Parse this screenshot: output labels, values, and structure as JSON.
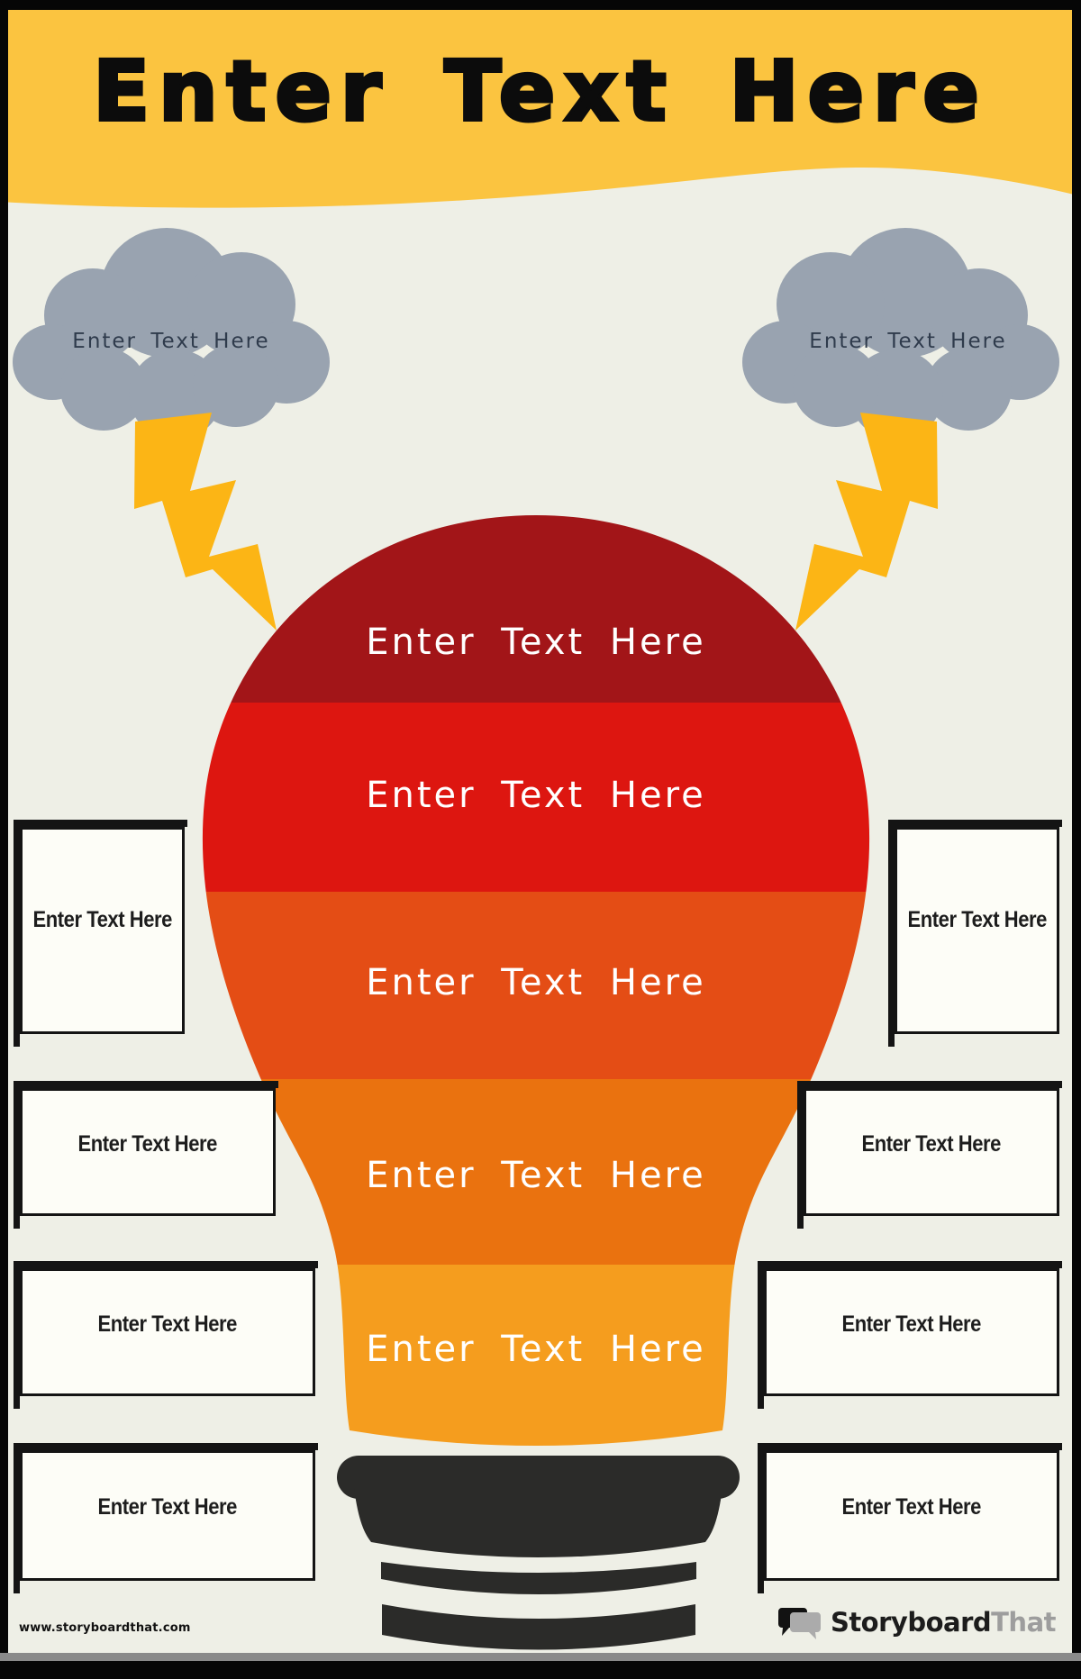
{
  "poster": {
    "header": {
      "title": "Enter Text Here",
      "band_color": "#FBC440"
    },
    "clouds": {
      "fill": "#99A3B0",
      "text_color": "#2F3B4C",
      "left": {
        "label": "Enter Text Here"
      },
      "right": {
        "label": "Enter Text Here"
      }
    },
    "lightning": {
      "color": "#FCB515"
    },
    "bulb": {
      "text_color": "#FFFFFF",
      "base_color": "#2B2B29",
      "bands": [
        {
          "label": "Enter Text Here",
          "color": "#A21518"
        },
        {
          "label": "Enter Text Here",
          "color": "#DD1610"
        },
        {
          "label": "Enter Text Here",
          "color": "#E44D15"
        },
        {
          "label": "Enter Text Here",
          "color": "#EA720F"
        },
        {
          "label": "Enter Text Here",
          "color": "#F59D1E"
        }
      ]
    },
    "side_boxes": {
      "left": [
        {
          "label": "Enter Text Here"
        },
        {
          "label": "Enter Text Here"
        },
        {
          "label": "Enter Text Here"
        },
        {
          "label": "Enter Text Here"
        }
      ],
      "right": [
        {
          "label": "Enter Text Here"
        },
        {
          "label": "Enter Text Here"
        },
        {
          "label": "Enter Text Here"
        },
        {
          "label": "Enter Text Here"
        }
      ]
    },
    "footer": {
      "url": "www.storyboardthat.com",
      "brand_primary": "Storyboard",
      "brand_secondary": "That"
    },
    "background_color": "#EEEFE6"
  }
}
